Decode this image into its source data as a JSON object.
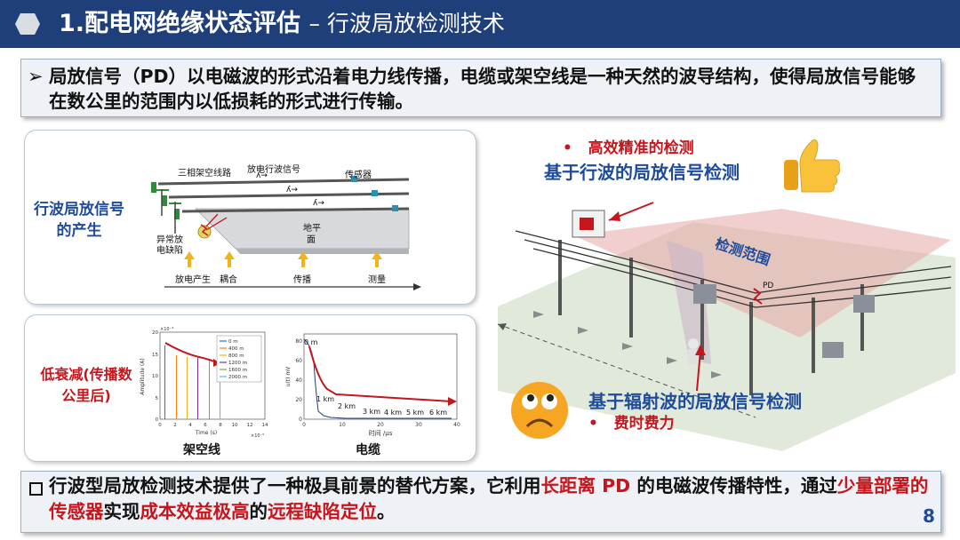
{
  "header": {
    "title_main": "1.配电网绝缘状态评估",
    "title_sub": "– 行波局放检测技术"
  },
  "intro": {
    "text": "局放信号（PD）以电磁波的形式沿着电力线传播，电缆或架空线是一种天然的波导结构，使得局放信号能够在数公里的范围内以低损耗的形式进行传输。"
  },
  "panel1": {
    "side_label_line1": "行波局放信号",
    "side_label_line2": "的产生",
    "diagram": {
      "label_overhead": "三相架空线路",
      "label_wave": "放电行波信号",
      "label_sensor": "传感器",
      "label_ground": "地平",
      "label_ground2": "面",
      "label_defect1": "异常放",
      "label_defect2": "电缺陷",
      "stages": [
        "放电产生",
        "耦合",
        "传播",
        "测量"
      ]
    }
  },
  "panel2": {
    "side_label_line1": "低衰减(传播数",
    "side_label_line2": "公里后)",
    "chart_left": {
      "caption": "架空线",
      "ylabel": "Amplitude (A)",
      "xlabel": "Time (s)",
      "y_exp": "×10⁻³",
      "x_exp": "×10⁻⁵",
      "yticks": [
        "0",
        "5",
        "10",
        "15",
        "20"
      ],
      "xticks": [
        "0",
        "2",
        "4",
        "6",
        "8",
        "10",
        "12",
        "14"
      ],
      "legend": [
        "0 m",
        "400 m",
        "800 m",
        "1200 m",
        "1600 m",
        "2000 m"
      ]
    },
    "chart_right": {
      "caption": "电缆",
      "ylabel": "u(t) mV",
      "xlabel": "时间 /μs",
      "yticks": [
        "0",
        "20",
        "40",
        "60",
        "80"
      ],
      "xticks": [
        "0",
        "10",
        "20",
        "30",
        "40"
      ],
      "labels": [
        "0 m",
        "1 km",
        "2 km",
        "3 km",
        "4 km",
        "5 km",
        "6 km"
      ]
    }
  },
  "right": {
    "bullet_top": "高效精准的检测",
    "title_top": "基于行波的局放信号检测",
    "range_label": "检测范围",
    "pd_label": "PD",
    "title_bottom": "基于辐射波的局放信号检测",
    "bullet_bottom": "费时费力"
  },
  "bottom": {
    "part1": "行波型局放检测技术提供了一种极具前景的替代方案，它利用",
    "hl1": "长距离 PD",
    "part2": " 的电磁波传播特性，通过",
    "hl2": "少量部署的传感器",
    "part3": "实现",
    "hl3": "成本效益极高",
    "part4": "的",
    "hl4": "远程缺陷定位",
    "part5": "。"
  },
  "page_number": "8",
  "colors": {
    "header_bg": "#1f3f7a",
    "accent_blue": "#1f4c9a",
    "accent_red": "#c4161c"
  }
}
